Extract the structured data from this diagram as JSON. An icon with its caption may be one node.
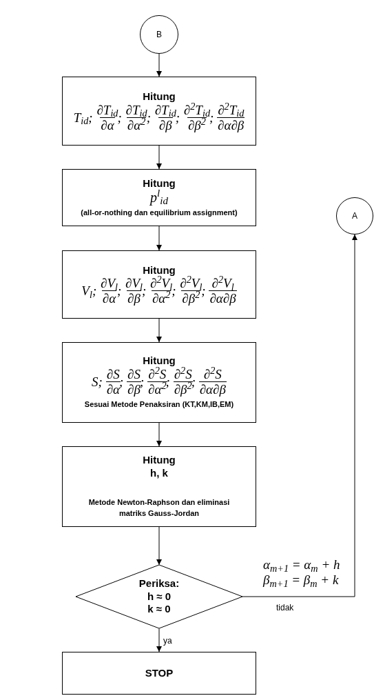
{
  "diagram": {
    "nodes": [
      {
        "text": [
          "B"
        ]
      },
      {
        "text": [
          "Hitung",
          "T$_{id}$; ∂T$_{id}$∂α; ∂T$_{id}$∂α$^{2}$; ∂T$_{id}$∂β; ∂$^{2}$T$_{id}$∂β$^{2}$; ∂$^{2}$T$_{id}$∂α∂β"
        ]
      },
      {
        "text": [
          "Hitung",
          "p$^{l}$$_{id}$",
          "(all-or-nothing dan equilibrium assignment)"
        ]
      },
      {
        "text": [
          "Hitung",
          "V$_{l}$; ∂V$_{l}$∂α; ∂V$_{l}$∂β; ∂$^{2}$V$_{l}$∂α$^{2}$; ∂$^{2}$V$_{l}$∂β$^{2}$; ∂$^{2}$V$_{l}$∂α∂β"
        ]
      },
      {
        "text": [
          "Hitung",
          "S; ∂S∂α; ∂S∂β; ∂$^{2}$S∂α$^{2}$; ∂$^{2}$S∂β$^{2}$; ∂$^{2}$S∂α∂β",
          "Sesuai Metode Penaksiran (KT,KM,IB,EM)"
        ]
      },
      {
        "text": [
          "Hitung",
          "h, k",
          "Metode Newton-Raphson dan eliminasi matriks Gauss-Jordan"
        ]
      },
      {
        "text": [
          "Periksa:",
          "h ≈ 0",
          "k ≈ 0"
        ]
      },
      {
        "text": [
          "STOP"
        ]
      },
      {
        "text": [
          "A"
        ]
      }
    ],
    "edges": [
      {
        "from": 0,
        "to": 1,
        "arrow": "to"
      },
      {
        "from": 1,
        "to": 2,
        "arrow": "to"
      },
      {
        "from": 2,
        "to": 3,
        "arrow": "to"
      },
      {
        "from": 3,
        "to": 4,
        "arrow": "to"
      },
      {
        "from": 4,
        "to": 5,
        "arrow": "to"
      },
      {
        "from": 5,
        "to": 6,
        "arrow": "to"
      },
      {
        "from": 6,
        "to": 7,
        "arrow": "to",
        "label": "ya"
      },
      {
        "from": 6,
        "to": 8,
        "arrow": "to",
        "label": "tidak"
      }
    ],
    "labels": [
      "α$_{m+1}$ = α$_{m}$ + h",
      "β$_{m+1}$ = β$_{m}$ + k"
    ]
  }
}
